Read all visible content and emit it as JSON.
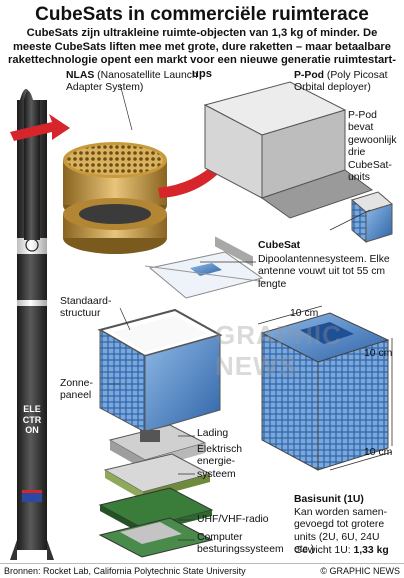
{
  "title": "CubeSats in commerciële ruimteracе",
  "intro": "CubeSats zijn ultrakleine ruimte-objecten van 1,3 kg of minder. De meeste CubeSats liften mee met grote, dure raketten – maar betaalbare rakettechnologie opent een markt voor een nieuwe generatie ruimtestart-ups",
  "labels": {
    "nlas_bold": "NLAS",
    "nlas_rest": " (Nanosatellite Launch Adapter System)",
    "ppod_bold": "P-Pod",
    "ppod_rest": " (Poly Picosat Orbital deployer)",
    "ppod_desc": "P-Pod bevat gewoonlijk drie CubeSat-units",
    "cubesat": "CubeSat",
    "dipole": "Dipoolantennesysteem. Elke antenne vouwt uit tot 55 cm lengte",
    "structure": "Standaard-structuur",
    "dim_top": "10 cm",
    "dim_right": "10 cm",
    "dim_bottom": "10 cm",
    "solar": "Zonne-paneel",
    "payload": "Lading",
    "power": "Elektrisch energie-systeem",
    "radio": "UHF/VHF-radio",
    "computer": "Computer besturingssysteem",
    "basis_bold": "Basisunit (1U)",
    "basis_desc": "Kan worden samen-gevoegd tot grotere units (2U, 6U, 24U etc.)",
    "weight_prefix": "Gewicht 1U: ",
    "weight_value": "1,33 kg",
    "rocket_name": "ELECTRON"
  },
  "footer": {
    "sources": "Bronnen: Rocket Lab, California Polytechnic State University",
    "copyright": "© GRAPHIC NEWS"
  },
  "watermark": "GRAPHIC NEWS",
  "colors": {
    "arrow_red": "#d7262b",
    "gold": "#c99a3b",
    "panel_blue": "#4f86c6",
    "rocket_dark": "#2b2b2b"
  }
}
